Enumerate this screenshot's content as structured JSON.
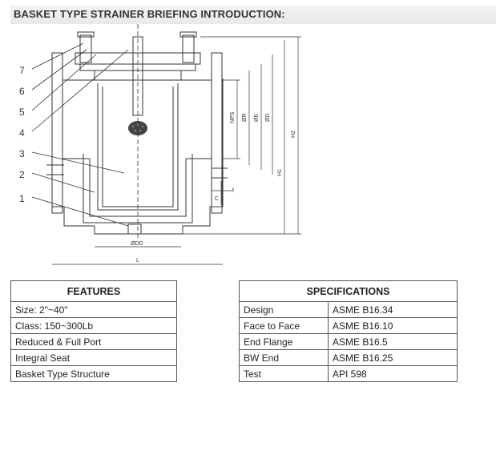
{
  "page": {
    "title": "BASKET TYPE STRAINER BRIEFING INTRODUCTION:"
  },
  "drawing": {
    "part_labels": [
      "7",
      "6",
      "5",
      "4",
      "3",
      "2",
      "1"
    ],
    "dimension_labels": {
      "nps": "NPS",
      "r": "ØR",
      "k": "ØK",
      "d": "ØD",
      "h1": "H1",
      "h2": "H2",
      "c": "C",
      "f": "f",
      "dd": "ØDD",
      "l": "L"
    },
    "line_color": "#333333"
  },
  "features": {
    "header": "FEATURES",
    "rows": [
      "Size: 2\"~40\"",
      "Class: 150~300Lb",
      "Reduced & Full Port",
      "Integral Seat",
      "Basket Type Structure"
    ]
  },
  "specifications": {
    "header": "SPECIFICATIONS",
    "rows": [
      {
        "key": "Design",
        "value": "ASME B16.34"
      },
      {
        "key": "Face to Face",
        "value": "ASME B16.10"
      },
      {
        "key": "End Flange",
        "value": "ASME B16.5"
      },
      {
        "key": "BW End",
        "value": "ASME B16.25"
      },
      {
        "key": "Test",
        "value": "API 598"
      }
    ]
  }
}
